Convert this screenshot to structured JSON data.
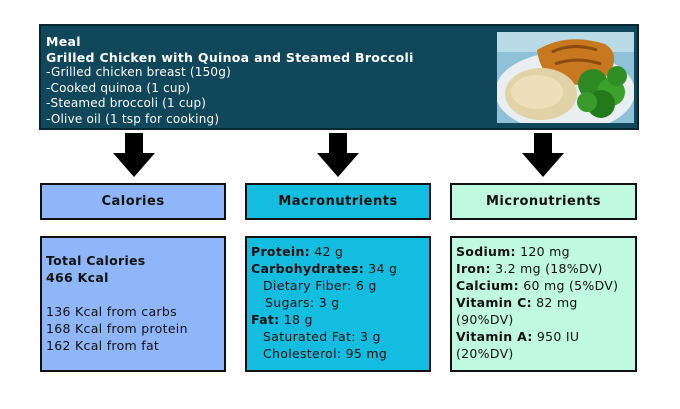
{
  "meal": {
    "heading": "Meal",
    "title": "Grilled Chicken with Quinoa and Steamed Broccoli",
    "items": [
      "-Grilled chicken breast (150g)",
      "-Cooked quinoa (1 cup)",
      "-Steamed broccoli (1 cup)",
      "-Olive oil (1 tsp for cooking)"
    ]
  },
  "calories": {
    "header": "Calories",
    "total_label": "Total Calories",
    "total_value": "466 Kcal",
    "breakdown": [
      "136 Kcal from carbs",
      "168 Kcal from protein",
      "162 Kcal from fat"
    ]
  },
  "macros": {
    "header": "Macronutrients",
    "protein_label": "Protein:",
    "protein_value": " 42 g",
    "carbs_label": "Carbohydrates:",
    "carbs_value": " 34 g",
    "fiber": "Dietary Fiber: 6 g",
    "sugars": "Sugars: 3 g",
    "fat_label": "Fat:",
    "fat_value": " 18 g",
    "satfat": "Saturated Fat: 3 g",
    "chol": "Cholesterol: 95 mg"
  },
  "micros": {
    "header": "Micronutrients",
    "sodium_label": "Sodium:",
    "sodium_value": " 120 mg",
    "iron_label": "Iron:",
    "iron_value": " 3.2 mg (18%DV)",
    "calcium_label": "Calcium:",
    "calcium_value": " 60 mg (5%DV)",
    "vitc_label": "Vitamin C:",
    "vitc_value": " 82 mg",
    "vitc_dv": "(90%DV)",
    "vita_label": "Vitamin A:",
    "vita_value": " 950 IU",
    "vita_dv": "(20%DV)"
  },
  "colors": {
    "meal_bg": "#11475a",
    "calories": "#8fb6fa",
    "macros": "#13bde0",
    "micros": "#bff9df"
  },
  "icons": [
    "meal-photo",
    "arrow-down-icon"
  ]
}
